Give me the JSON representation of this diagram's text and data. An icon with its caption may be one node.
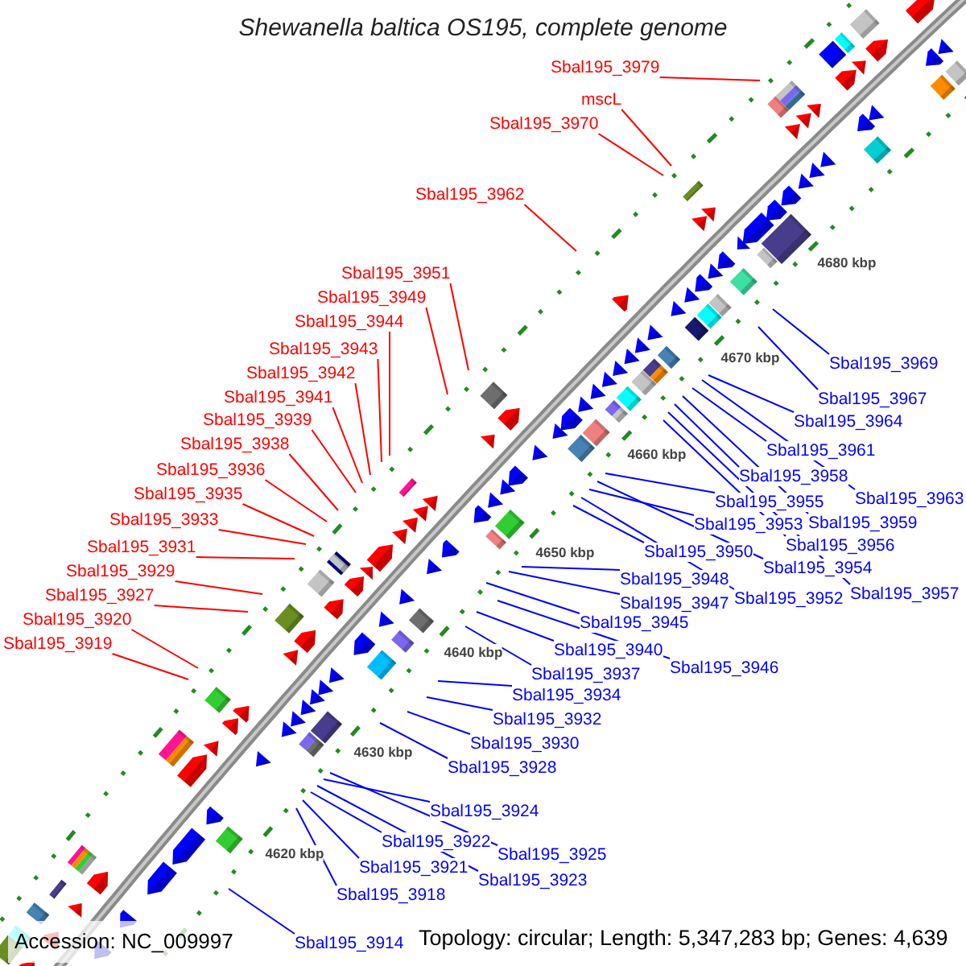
{
  "diagram": {
    "title": "Shewanella baltica OS195, complete genome",
    "nodes": [
      {
        "text": [
          "Sbal195_3979"
        ]
      },
      {
        "text": [
          "mscL"
        ]
      },
      {
        "text": [
          "Sbal195_3970"
        ]
      },
      {
        "text": [
          "Sbal195_3962"
        ]
      },
      {
        "text": [
          "Sbal195_3951"
        ]
      },
      {
        "text": [
          "Sbal195_3949"
        ]
      },
      {
        "text": [
          "Sbal195_3944"
        ]
      },
      {
        "text": [
          "Sbal195_3943"
        ]
      },
      {
        "text": [
          "Sbal195_3969"
        ]
      },
      {
        "text": [
          "Sbal195_3942"
        ]
      },
      {
        "text": [
          "Sbal195_3941"
        ]
      },
      {
        "text": [
          "Sbal195_3967"
        ]
      },
      {
        "text": [
          "Sbal195_3939"
        ]
      },
      {
        "text": [
          "Sbal195_3964"
        ]
      },
      {
        "text": [
          "Sbal195_3938"
        ]
      },
      {
        "text": [
          "Sbal195_3961"
        ]
      },
      {
        "text": [
          "Sbal195_3936"
        ]
      },
      {
        "text": [
          "Sbal195_3958"
        ]
      },
      {
        "text": [
          "Sbal195_3935"
        ]
      },
      {
        "text": [
          "Sbal195_3963"
        ]
      },
      {
        "text": [
          "Sbal195_3955"
        ]
      },
      {
        "text": [
          "Sbal195_3933"
        ]
      },
      {
        "text": [
          "Sbal195_3959"
        ]
      },
      {
        "text": [
          "Sbal195_3953"
        ]
      },
      {
        "text": [
          "Sbal195_3956"
        ]
      },
      {
        "text": [
          "Sbal195_3931"
        ]
      },
      {
        "text": [
          "Sbal195_3950"
        ]
      },
      {
        "text": [
          "Sbal195_3954"
        ]
      },
      {
        "text": [
          "Sbal195_3929"
        ]
      },
      {
        "text": [
          "Sbal195_3948"
        ]
      },
      {
        "text": [
          "Sbal195_3957"
        ]
      },
      {
        "text": [
          "Sbal195_3927"
        ]
      },
      {
        "text": [
          "Sbal195_3952"
        ]
      },
      {
        "text": [
          "Sbal195_3947"
        ]
      },
      {
        "text": [
          "Sbal195_3920"
        ]
      },
      {
        "text": [
          "Sbal195_3945"
        ]
      },
      {
        "text": [
          "Sbal195_3919"
        ]
      },
      {
        "text": [
          "Sbal195_3940"
        ]
      },
      {
        "text": [
          "Sbal195_3946"
        ]
      },
      {
        "text": [
          "Sbal195_3937"
        ]
      },
      {
        "text": [
          "Sbal195_3934"
        ]
      },
      {
        "text": [
          "Sbal195_3932"
        ]
      },
      {
        "text": [
          "Sbal195_3930"
        ]
      },
      {
        "text": [
          "Sbal195_3928"
        ]
      },
      {
        "text": [
          "Sbal195_3924"
        ]
      },
      {
        "text": [
          "Sbal195_3922"
        ]
      },
      {
        "text": [
          "Sbal195_3925"
        ]
      },
      {
        "text": [
          "Sbal195_3921"
        ]
      },
      {
        "text": [
          "Sbal195_3923"
        ]
      },
      {
        "text": [
          "Sbal195_3918"
        ]
      },
      {
        "text": [
          "Sbal195_3914"
        ]
      }
    ],
    "edges": [
      {
        "from": 0,
        "to": null,
        "arrow": "none",
        "color": "#ff0000"
      },
      {
        "from": 1,
        "to": null,
        "arrow": "none",
        "color": "#ff0000"
      },
      {
        "from": 2,
        "to": null,
        "arrow": "none",
        "color": "#ff0000"
      },
      {
        "from": 3,
        "to": null,
        "arrow": "none",
        "color": "#ff0000"
      },
      {
        "from": 4,
        "to": null,
        "arrow": "none",
        "color": "#ff0000"
      },
      {
        "from": 5,
        "to": null,
        "arrow": "none",
        "color": "#ff0000"
      },
      {
        "from": 6,
        "to": null,
        "arrow": "none",
        "color": "#ff0000"
      },
      {
        "from": 7,
        "to": null,
        "arrow": "none",
        "color": "#ff0000"
      },
      {
        "from": 8,
        "to": null,
        "arrow": "none"
      },
      {
        "from": 9,
        "to": null,
        "arrow": "none",
        "color": "#ff0000"
      },
      {
        "from": 10,
        "to": null,
        "arrow": "none",
        "color": "#ff0000"
      },
      {
        "from": 11,
        "to": null,
        "arrow": "none"
      },
      {
        "from": 12,
        "to": null,
        "arrow": "none",
        "color": "#ff0000"
      },
      {
        "from": 13,
        "to": null,
        "arrow": "none"
      },
      {
        "from": 14,
        "to": null,
        "arrow": "none",
        "color": "#ff0000"
      },
      {
        "from": 15,
        "to": null,
        "arrow": "none"
      },
      {
        "from": 16,
        "to": null,
        "arrow": "none",
        "color": "#ff0000"
      },
      {
        "from": 17,
        "to": null,
        "arrow": "none"
      },
      {
        "from": 18,
        "to": null,
        "arrow": "none",
        "color": "#ff0000"
      },
      {
        "from": 19,
        "to": null,
        "arrow": "none"
      },
      {
        "from": 20,
        "to": null,
        "arrow": "none"
      },
      {
        "from": 21,
        "to": null,
        "arrow": "none",
        "color": "#ff0000"
      },
      {
        "from": 22,
        "to": null,
        "arrow": "none"
      },
      {
        "from": 23,
        "to": null,
        "arrow": "none"
      },
      {
        "from": 24,
        "to": null,
        "arrow": "none"
      },
      {
        "from": 25,
        "to": null,
        "arrow": "none",
        "color": "#ff0000"
      },
      {
        "from": 26,
        "to": null,
        "arrow": "none"
      },
      {
        "from": 27,
        "to": null,
        "arrow": "none"
      },
      {
        "from": 28,
        "to": null,
        "arrow": "none",
        "color": "#ff0000"
      },
      {
        "from": 29,
        "to": null,
        "arrow": "none"
      },
      {
        "from": 30,
        "to": null,
        "arrow": "none"
      },
      {
        "from": 31,
        "to": null,
        "arrow": "none",
        "color": "#ff0000"
      },
      {
        "from": 32,
        "to": null,
        "arrow": "none"
      },
      {
        "from": 33,
        "to": null,
        "arrow": "none"
      },
      {
        "from": 34,
        "to": null,
        "arrow": "none",
        "color": "#ff0000"
      },
      {
        "from": 35,
        "to": null,
        "arrow": "none"
      },
      {
        "from": 36,
        "to": null,
        "arrow": "none",
        "color": "#ff0000"
      },
      {
        "from": 37,
        "to": null,
        "arrow": "none"
      },
      {
        "from": 38,
        "to": null,
        "arrow": "none"
      },
      {
        "from": 39,
        "to": null,
        "arrow": "none"
      },
      {
        "from": 40,
        "to": null,
        "arrow": "none"
      },
      {
        "from": 41,
        "to": null,
        "arrow": "none"
      },
      {
        "from": 42,
        "to": null,
        "arrow": "none"
      },
      {
        "from": 43,
        "to": null,
        "arrow": "none"
      },
      {
        "from": 44,
        "to": null,
        "arrow": "none"
      },
      {
        "from": 45,
        "to": null,
        "arrow": "none"
      },
      {
        "from": 46,
        "to": null,
        "arrow": "none"
      },
      {
        "from": 47,
        "to": null,
        "arrow": "none"
      },
      {
        "from": 48,
        "to": null,
        "arrow": "none"
      },
      {
        "from": 49,
        "to": null,
        "arrow": "none"
      },
      {
        "from": 50,
        "to": null,
        "arrow": "none"
      }
    ],
    "labels": [
      "4680 kbp",
      "4670 kbp",
      "4660 kbp",
      "4650 kbp",
      "4640 kbp",
      "4630 kbp",
      "4620 kbp",
      "Accession: NC_009997",
      "Topology: circular; Length: 5,347,283 bp; Genes: 4,639"
    ]
  }
}
